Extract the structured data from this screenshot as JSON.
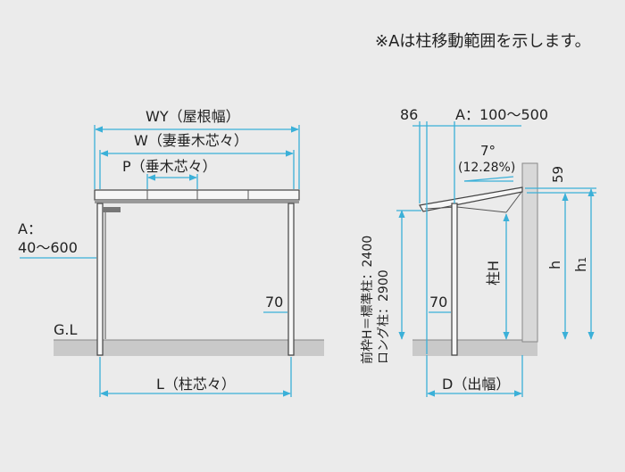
{
  "note": "※Aは柱移動範囲を示します。",
  "front": {
    "wy": "WY（屋根幅）",
    "w": "W（妻垂木芯々）",
    "p": "P（垂木芯々）",
    "a_label": "A：",
    "a_range": "40〜600",
    "gl": "G.L",
    "post_height": "70",
    "l": "L（柱芯々）"
  },
  "side": {
    "front_offset": "86",
    "a_range": "A：100〜500",
    "angle": "7°",
    "slope": "(12.28%)",
    "top_gap": "59",
    "front_frame": "前枠H＝標準柱：2400",
    "long_post": "ロング柱：2900",
    "post_height": "70",
    "pillar_h": "柱H",
    "h": "h",
    "h1": "h",
    "h1_sub": "1",
    "d": "D（出幅）"
  }
}
